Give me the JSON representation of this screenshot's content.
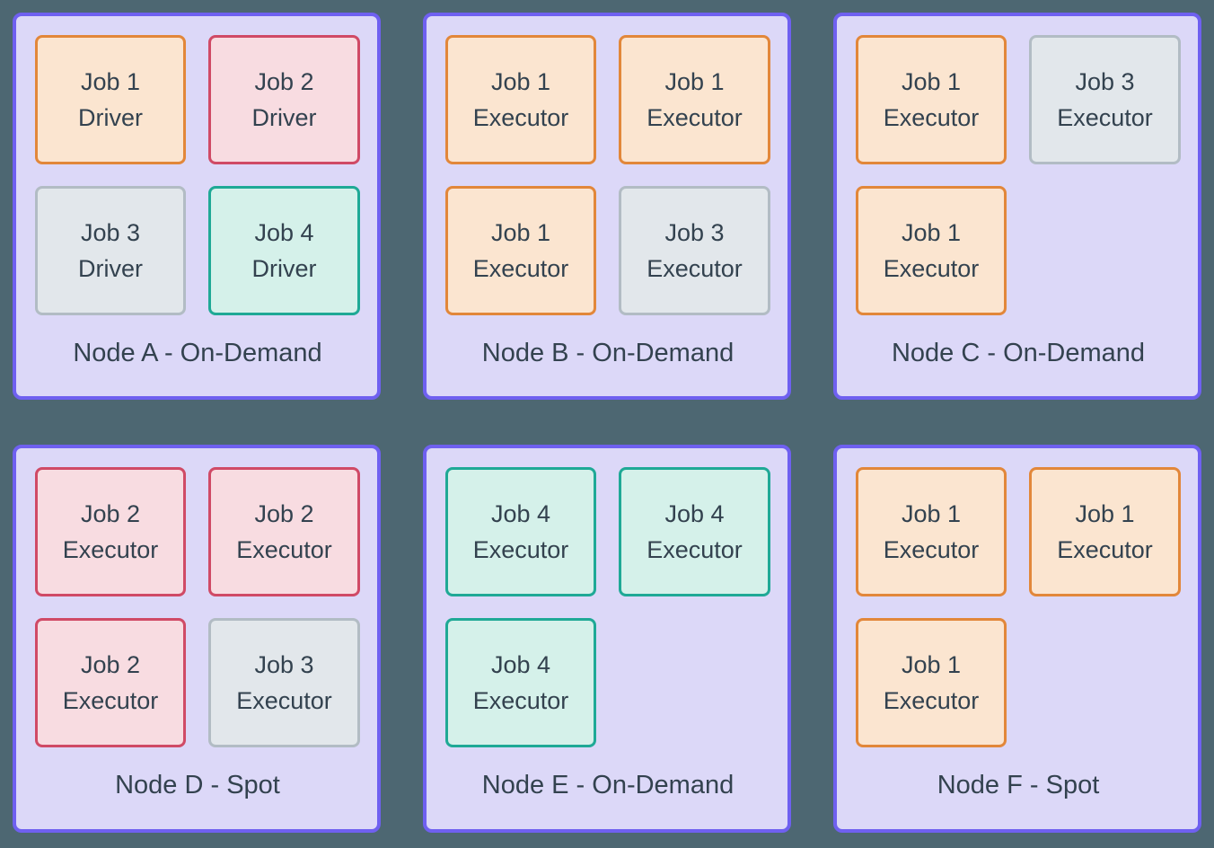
{
  "colors": {
    "page_bg": "#4d6772",
    "node_border": "#6f60f0",
    "node_fill": "#dcd8f8",
    "text": "#33424f",
    "job_styles": {
      "job1": {
        "border": "#e2873a",
        "fill": "#fbe5d0"
      },
      "job2": {
        "border": "#d04a66",
        "fill": "#f8dce1"
      },
      "job3": {
        "border": "#b2bcc4",
        "fill": "#e2e7eb"
      },
      "job4": {
        "border": "#1fa996",
        "fill": "#d5f1ea"
      }
    }
  },
  "nodes": [
    {
      "label": "Node A - On-Demand",
      "jobs": [
        {
          "line1": "Job 1",
          "line2": "Driver",
          "style": "job1"
        },
        {
          "line1": "Job 2",
          "line2": "Driver",
          "style": "job2"
        },
        {
          "line1": "Job 3",
          "line2": "Driver",
          "style": "job3"
        },
        {
          "line1": "Job 4",
          "line2": "Driver",
          "style": "job4"
        }
      ]
    },
    {
      "label": "Node B - On-Demand",
      "jobs": [
        {
          "line1": "Job 1",
          "line2": "Executor",
          "style": "job1"
        },
        {
          "line1": "Job 1",
          "line2": "Executor",
          "style": "job1"
        },
        {
          "line1": "Job 1",
          "line2": "Executor",
          "style": "job1"
        },
        {
          "line1": "Job 3",
          "line2": "Executor",
          "style": "job3"
        }
      ]
    },
    {
      "label": "Node C - On-Demand",
      "jobs": [
        {
          "line1": "Job 1",
          "line2": "Executor",
          "style": "job1"
        },
        {
          "line1": "Job 3",
          "line2": "Executor",
          "style": "job3"
        },
        {
          "line1": "Job 1",
          "line2": "Executor",
          "style": "job1"
        }
      ]
    },
    {
      "label": "Node D - Spot",
      "jobs": [
        {
          "line1": "Job 2",
          "line2": "Executor",
          "style": "job2"
        },
        {
          "line1": "Job 2",
          "line2": "Executor",
          "style": "job2"
        },
        {
          "line1": "Job 2",
          "line2": "Executor",
          "style": "job2"
        },
        {
          "line1": "Job 3",
          "line2": "Executor",
          "style": "job3"
        }
      ]
    },
    {
      "label": "Node E - On-Demand",
      "jobs": [
        {
          "line1": "Job 4",
          "line2": "Executor",
          "style": "job4"
        },
        {
          "line1": "Job 4",
          "line2": "Executor",
          "style": "job4"
        },
        {
          "line1": "Job 4",
          "line2": "Executor",
          "style": "job4"
        }
      ]
    },
    {
      "label": "Node F - Spot",
      "jobs": [
        {
          "line1": "Job 1",
          "line2": "Executor",
          "style": "job1"
        },
        {
          "line1": "Job 1",
          "line2": "Executor",
          "style": "job1"
        },
        {
          "line1": "Job 1",
          "line2": "Executor",
          "style": "job1"
        }
      ]
    }
  ]
}
